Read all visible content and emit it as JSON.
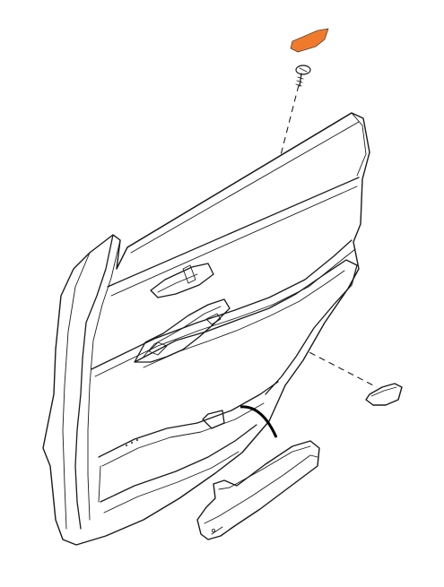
{
  "diagram": {
    "subject": "",
    "highlight_color": "#f07a2c",
    "line_color": "#1a1a1a",
    "background": "#ffffff",
    "parts": [
      {
        "id": "trim-cap",
        "highlighted": true
      },
      {
        "id": "screw",
        "highlighted": false
      },
      {
        "id": "door-trim-panel",
        "highlighted": false
      },
      {
        "id": "switch-bezel",
        "highlighted": false
      },
      {
        "id": "side-clip",
        "highlighted": false
      },
      {
        "id": "armrest-pocket",
        "highlighted": false
      },
      {
        "id": "grommet-band",
        "highlighted": false
      }
    ]
  }
}
